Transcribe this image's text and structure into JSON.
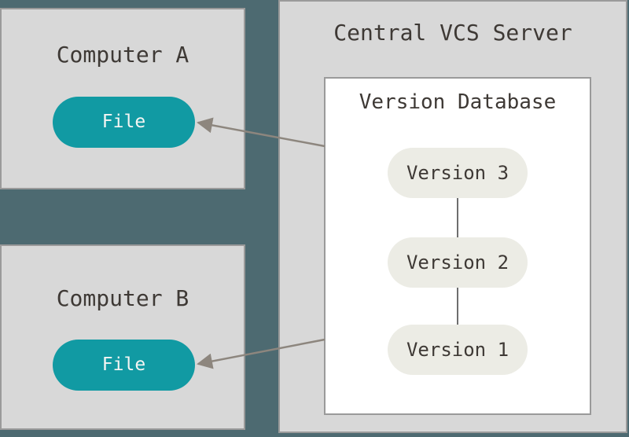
{
  "colors": {
    "background": "#4D6A71",
    "panel_fill": "#D8D8D8",
    "panel_border": "#9A9A9A",
    "file_pill_fill": "#119AA3",
    "version_pill_fill": "#ECECE5",
    "text_dark": "#3E3935",
    "text_light": "#F5F5F3",
    "arrow": "#8D867E",
    "connector": "#6E6E6E"
  },
  "computer_a": {
    "title": "Computer A",
    "file_label": "File"
  },
  "computer_b": {
    "title": "Computer B",
    "file_label": "File"
  },
  "server": {
    "title": "Central VCS Server",
    "version_database": {
      "title": "Version Database",
      "versions": [
        "Version 3",
        "Version 2",
        "Version 1"
      ]
    }
  }
}
